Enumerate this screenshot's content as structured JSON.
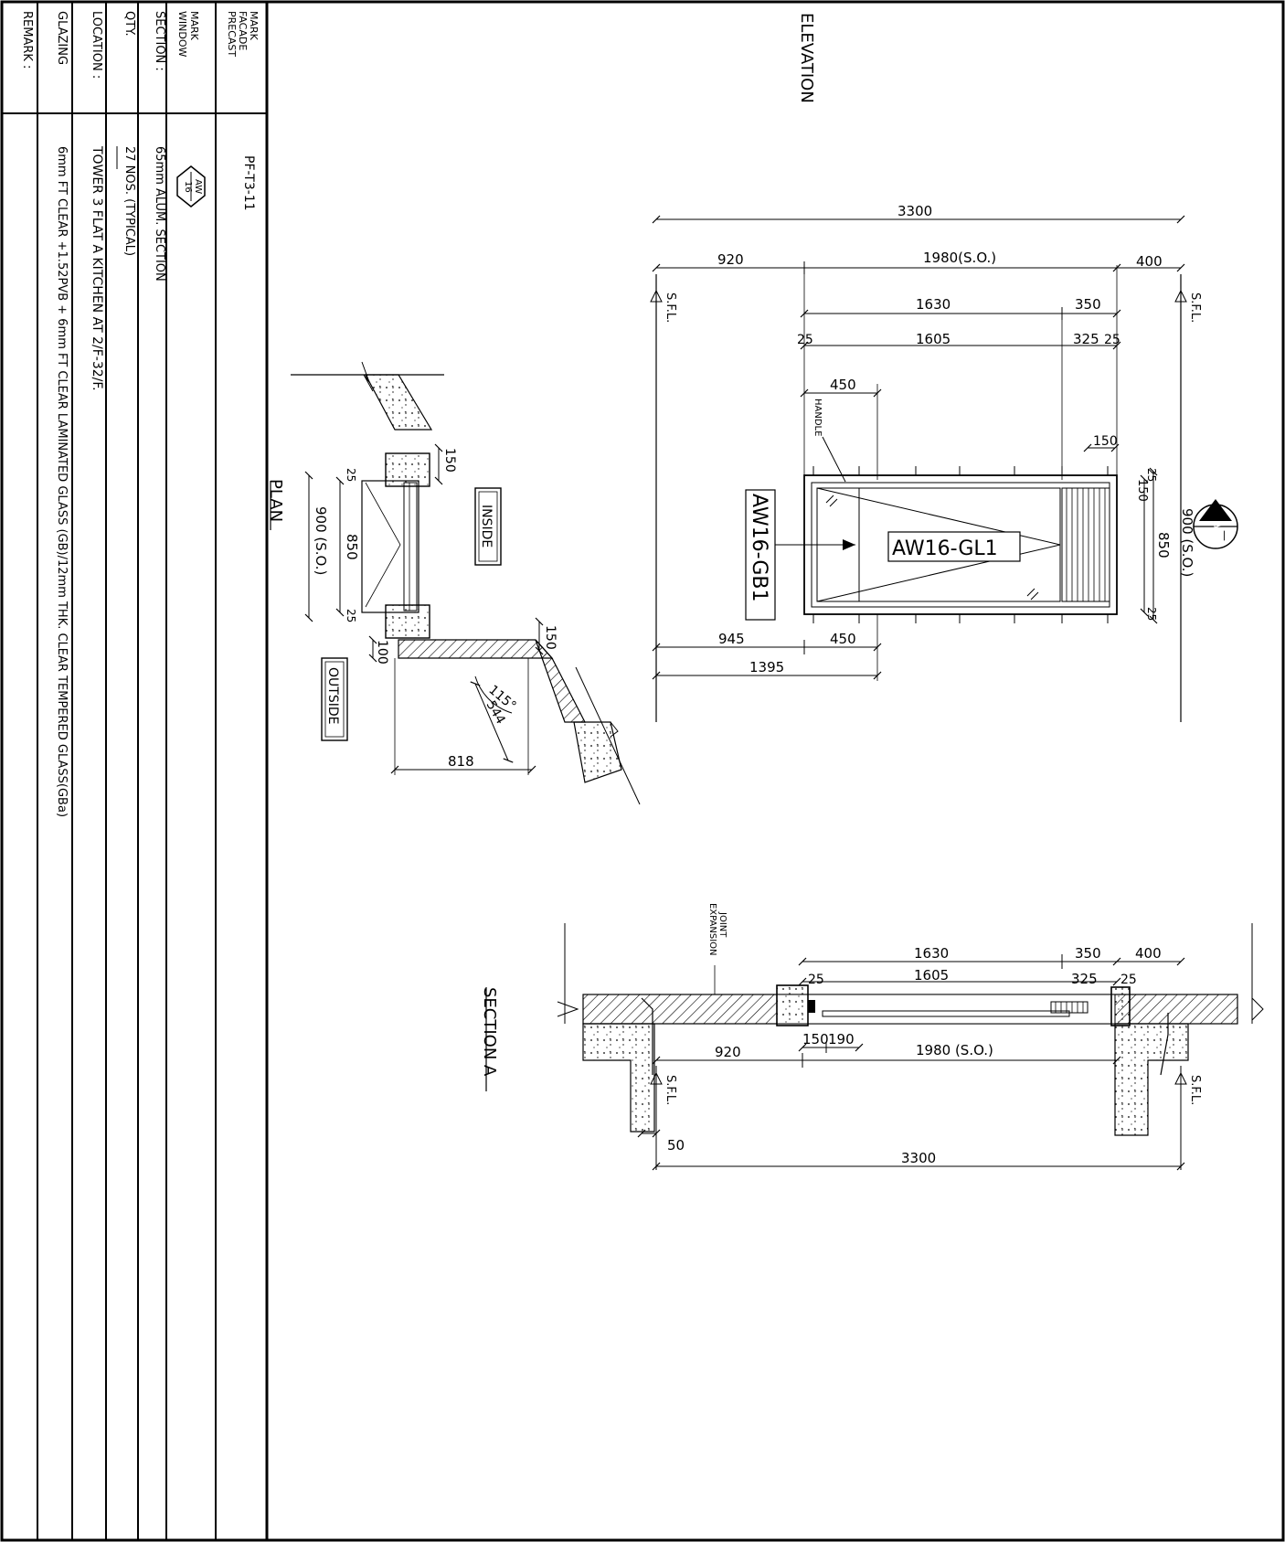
{
  "title_block": {
    "rows": [
      {
        "label": "PRECAST\nFACADE\nMARK",
        "value": "PF-T3-11"
      },
      {
        "label": "WINDOW\nMARK",
        "value": "AW\n16"
      },
      {
        "label": "SECTION :",
        "value": "65mm ALUM. SECTION"
      },
      {
        "label": "QTY.",
        "value": "27 NOS. (TYPICAL)"
      },
      {
        "label": "LOCATION :",
        "value": "TOWER 3 FLAT A KITCHEN AT 2/F-32/F."
      },
      {
        "label": "GLAZING",
        "value": "6mm FT CLEAR +1.52PVB + 6mm FT CLEAR LAMINATED GLASS (GB)/12mm THK. CLEAR TEMPERED GLASS(GBa)"
      },
      {
        "label": "REMARK :",
        "value": ""
      }
    ]
  },
  "views": {
    "elevation": "ELEVATION",
    "plan": "PLAN",
    "section": "SECTION A"
  },
  "elevation": {
    "dims": [
      "3300",
      "920",
      "1980(S.O.)",
      "400",
      "1630",
      "350",
      "25",
      "1605",
      "325",
      "25",
      "450",
      "150",
      "945",
      "450",
      "1395",
      "900 (S.O.)",
      "850",
      "25",
      "150",
      "25"
    ],
    "labels": {
      "sfl_left": "S.F.L.",
      "sfl_right": "S.F.L.",
      "handle": "HANDLE",
      "panel_tag": "AW16-GL1",
      "pane_tag": "AW16-GB1",
      "section_marker_top": "A",
      "section_marker_bottom": "—"
    }
  },
  "plan": {
    "dims": [
      "150",
      "25",
      "850",
      "25",
      "900 (S.O.)",
      "150",
      "100",
      "115°",
      "544",
      "818"
    ],
    "labels": {
      "inside": "INSIDE",
      "outside": "OUTSIDE"
    }
  },
  "section": {
    "dims": [
      "1630",
      "350",
      "400",
      "25",
      "1605",
      "325",
      "25",
      "150",
      "190",
      "920",
      "1980 (S.O.)",
      "50",
      "3300"
    ],
    "labels": {
      "expansion_joint": "EXPANSION\nJOINT",
      "sfl_left": "S.F.L.",
      "sfl_right": "S.F.L."
    }
  }
}
